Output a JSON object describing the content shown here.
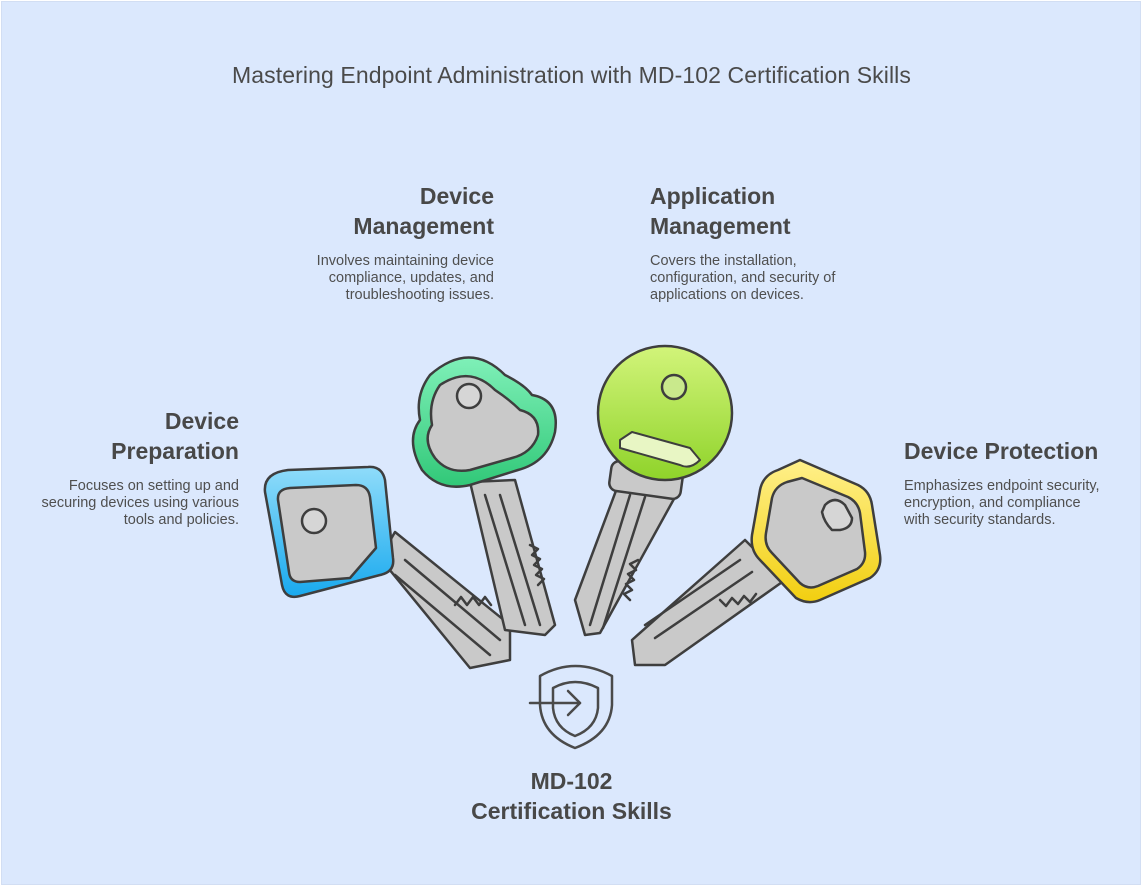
{
  "title": "Mastering Endpoint Administration with MD-102 Certification Skills",
  "sections": {
    "device_management": {
      "heading_line1": "Device",
      "heading_line2": "Management",
      "desc_line1": "Involves maintaining device",
      "desc_line2": "compliance, updates, and",
      "desc_line3": "troubleshooting issues.",
      "color": "#4ad48a",
      "icon": "key-icon"
    },
    "application_management": {
      "heading_line1": "Application",
      "heading_line2": "Management",
      "desc_line1": "Covers the installation,",
      "desc_line2": "configuration, and security of",
      "desc_line3": "applications on devices.",
      "color": "#9edc35",
      "icon": "key-icon"
    },
    "device_preparation": {
      "heading_line1": "Device",
      "heading_line2": "Preparation",
      "desc_line1": "Focuses on setting up and",
      "desc_line2": "securing devices using various",
      "desc_line3": "tools and policies.",
      "color": "#2bb6f2",
      "icon": "key-icon"
    },
    "device_protection": {
      "heading_line1": "Device Protection",
      "desc_line1": "Emphasizes endpoint security,",
      "desc_line2": "encryption, and compliance",
      "desc_line3": "with security standards.",
      "color": "#f6dc1f",
      "icon": "key-icon"
    }
  },
  "center": {
    "label_line1": "MD-102",
    "label_line2": "Certification Skills",
    "icon": "shield-login-icon"
  }
}
